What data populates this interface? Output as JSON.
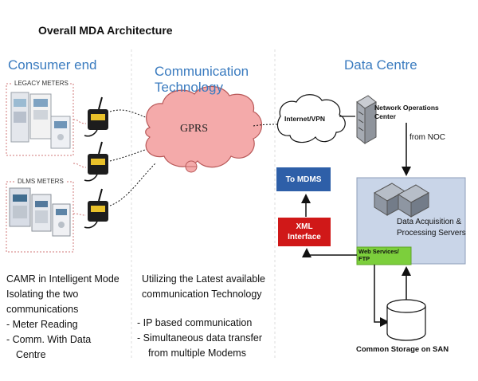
{
  "title": "Overall MDA Architecture",
  "sections": {
    "consumer": "Consumer end",
    "communication_line1": "Communication",
    "communication_line2": "Technology",
    "datacentre": "Data Centre"
  },
  "meters": {
    "legacy_label": "LEGACY METERS",
    "dlms_label": "DLMS METERS"
  },
  "cloud": {
    "gprs_label": "GPRS",
    "internet_label": "Internet/VPN"
  },
  "datacentre": {
    "noc_line1": "Network Operations",
    "noc_line2": "Center",
    "from_noc": "from NOC",
    "to_mdms": "To MDMS",
    "xml_line1": "XML",
    "xml_line2": "Interface",
    "servers_line1": "Data Acquisition &",
    "servers_line2": "Processing Servers",
    "webservices_line1": "Web Services/",
    "webservices_line2": "FTP",
    "storage_label": "Common Storage on SAN"
  },
  "consumer_text": {
    "line1": "CAMR  in Intelligent Mode",
    "line2": "Isolating the two",
    "line3": "communications",
    "bullet1": "-  Meter Reading",
    "bullet2a": "-  Comm. With Data",
    "bullet2b": "Centre"
  },
  "comm_text": {
    "line1": "Utilizing the Latest available",
    "line2": "communication Technology",
    "bullet1": "- IP based communication",
    "bullet2a": "- Simultaneous data transfer",
    "bullet2b": "from multiple Modems"
  },
  "colors": {
    "section_heading": "#3a7bbf",
    "cloud_fill": "#f4aaaa",
    "to_mdms_fill": "#2e5fa8",
    "xml_fill": "#d01818",
    "server_panel_fill": "#c9d5e8",
    "webservices_fill": "#7ccf3c",
    "meters_border": "#d07a7a"
  }
}
